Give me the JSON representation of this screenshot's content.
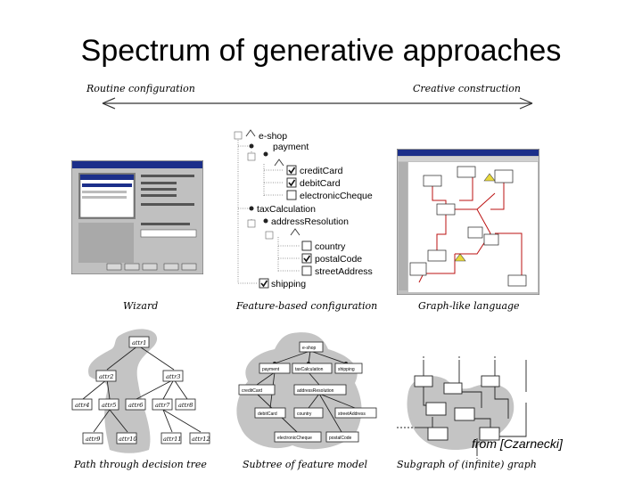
{
  "title": "Spectrum of generative approaches",
  "spectrum": {
    "left_label": "Routine configuration",
    "right_label": "Creative construction"
  },
  "panels": {
    "wizard": {
      "caption": "Wizard"
    },
    "feature_config": {
      "caption": "Feature-based configuration",
      "items": {
        "root": "e-shop",
        "payment": "payment",
        "creditCard": "creditCard",
        "debitCard": "debitCard",
        "electronicCheque": "electronicCheque",
        "taxCalculation": "taxCalculation",
        "addressResolution": "addressResolution",
        "country": "country",
        "postalCode": "postalCode",
        "streetAddress": "streetAddress",
        "shipping": "shipping"
      }
    },
    "graph_language": {
      "caption": "Graph-like language"
    },
    "decision_tree": {
      "caption": "Path through decision tree",
      "nodes": [
        "attr1",
        "attr2",
        "attr3",
        "attr4",
        "attr5",
        "attr6",
        "attr7",
        "attr8",
        "attr9",
        "attr10",
        "attr11",
        "attr12"
      ]
    },
    "feature_model": {
      "caption": "Subtree of feature model",
      "nodes": [
        "e-shop",
        "payment",
        "taxCalculation",
        "shipping",
        "creditCard",
        "addressResolution",
        "debitCard",
        "country",
        "streetAddress",
        "electronicCheque",
        "postalCode"
      ]
    },
    "infinite_graph": {
      "caption": "Subgraph of (infinite) graph"
    }
  },
  "credit": "from [Czarnecki]"
}
